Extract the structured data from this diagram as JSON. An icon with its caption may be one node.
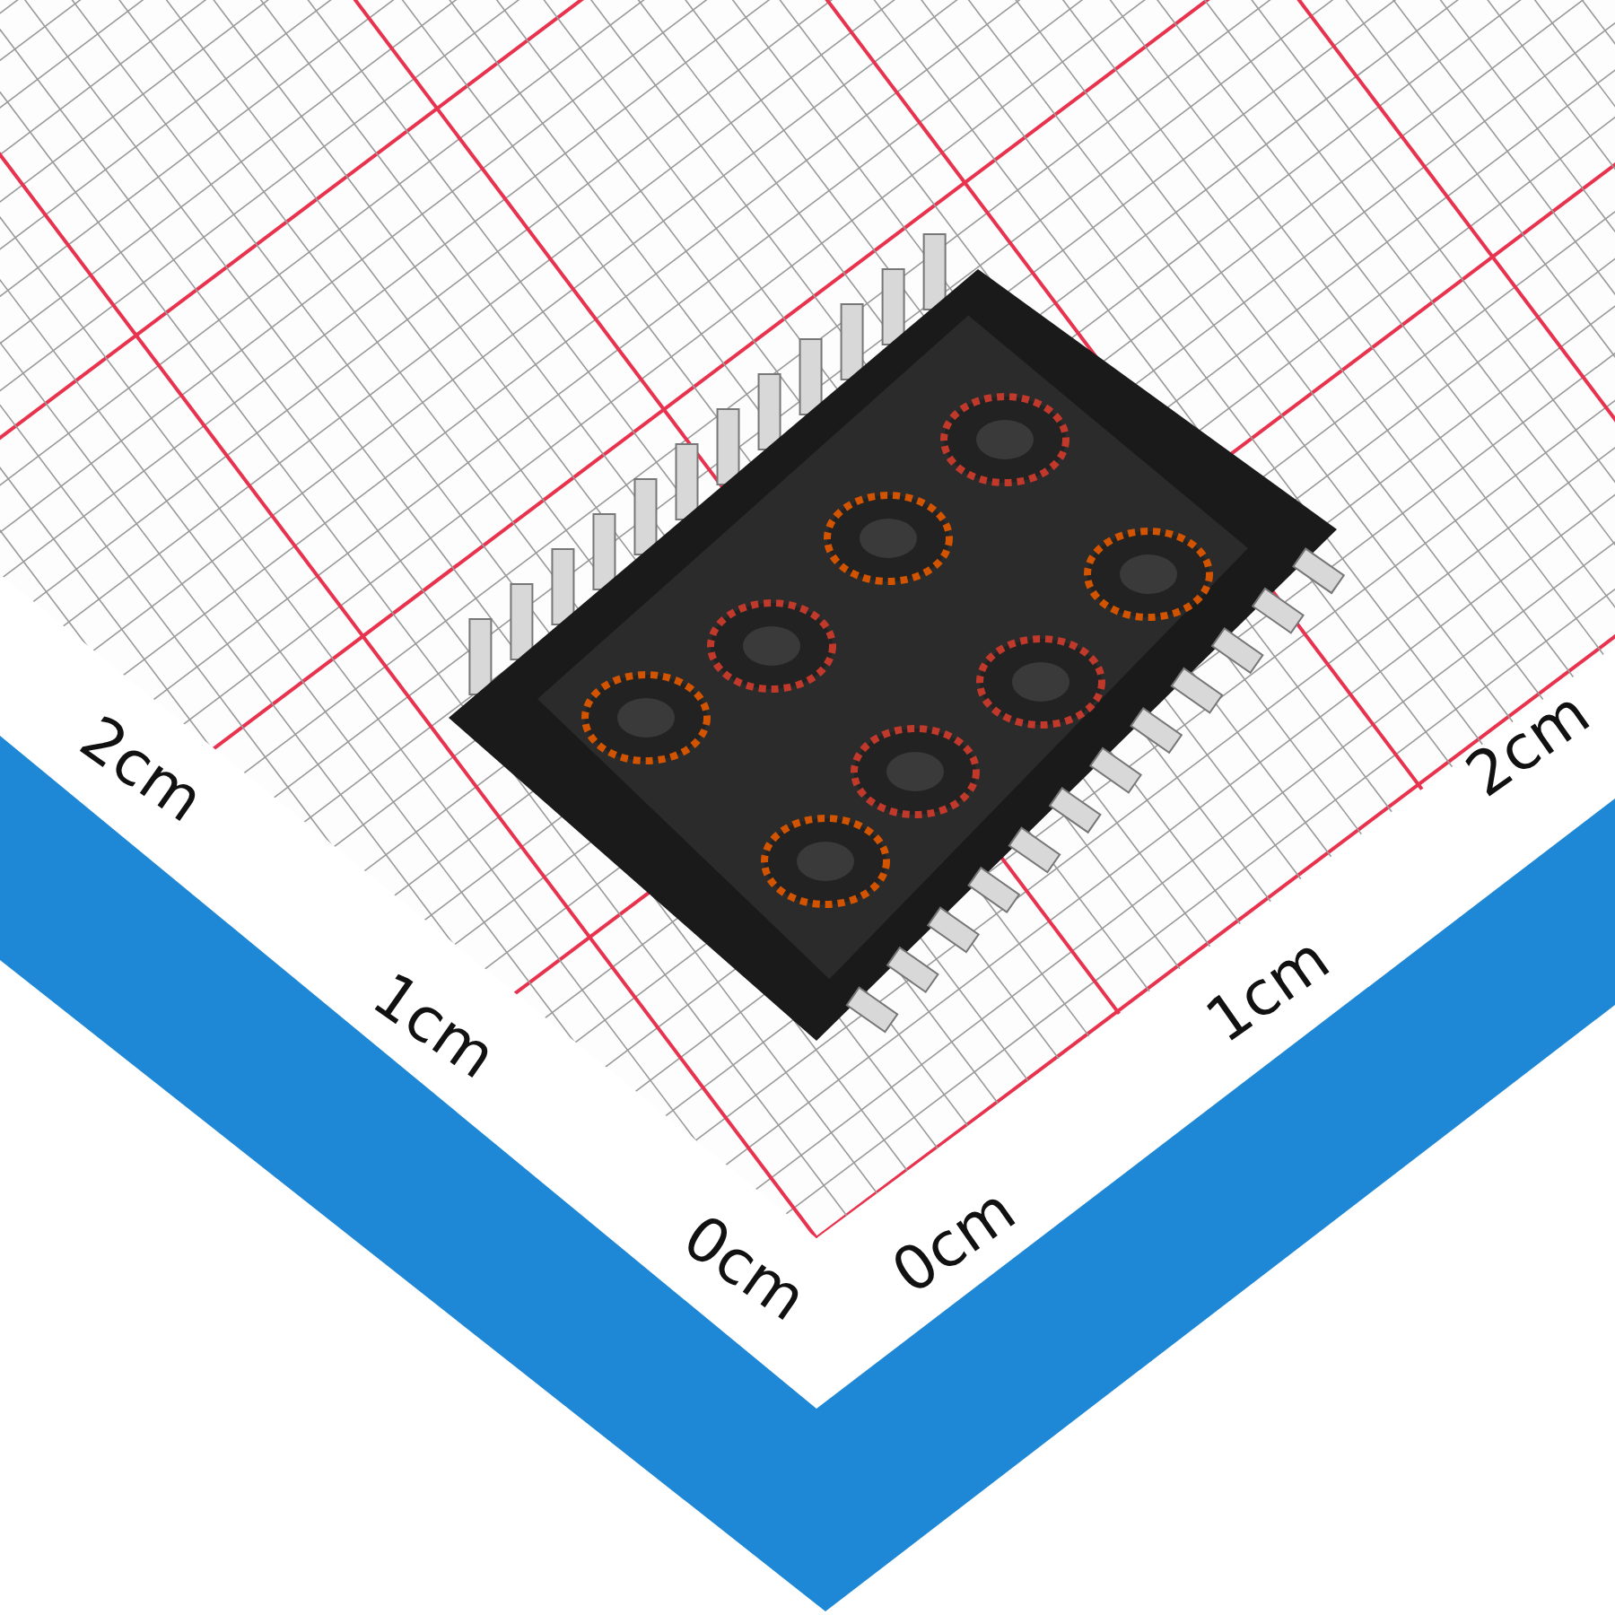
{
  "diagram": {
    "labels": [
      "2cm",
      "2cm",
      "1cm",
      "1cm",
      "0cm",
      "0cm"
    ]
  }
}
